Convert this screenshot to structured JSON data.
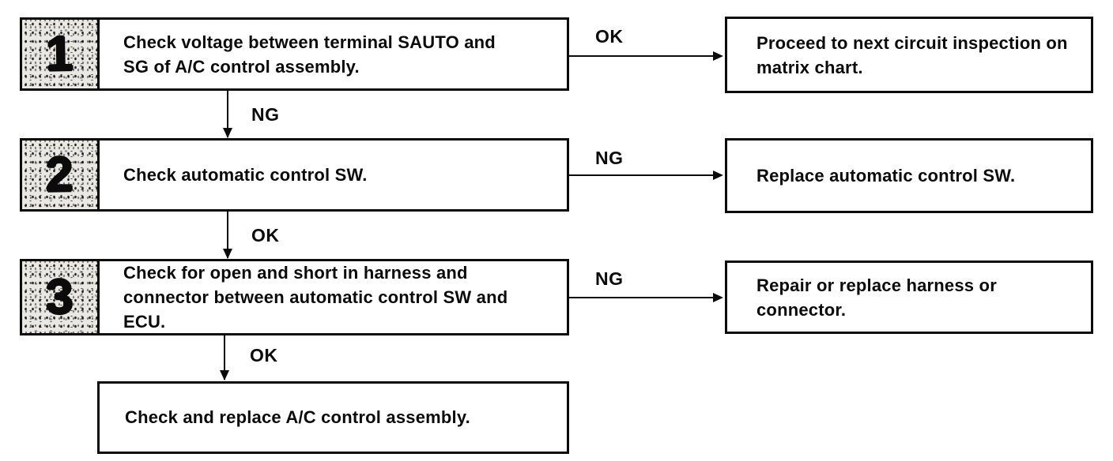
{
  "flow": {
    "steps": [
      {
        "number": "1",
        "text": "Check voltage between terminal SAUTO and SG of A/C control assembly.",
        "side_label": "OK",
        "result": "Proceed to next circuit inspection on matrix chart.",
        "down_label": "NG"
      },
      {
        "number": "2",
        "text": "Check automatic control SW.",
        "side_label": "NG",
        "result": "Replace automatic control SW.",
        "down_label": "OK"
      },
      {
        "number": "3",
        "text": "Check for open and short in harness and connector between automatic control SW and ECU.",
        "side_label": "NG",
        "result": "Repair or replace harness or connector.",
        "down_label": "OK"
      }
    ],
    "final_text": "Check and replace A/C control assembly.",
    "colors": {
      "ink": "#0b0b0b",
      "paper": "#ffffff",
      "badge": "#eae8e3"
    }
  }
}
